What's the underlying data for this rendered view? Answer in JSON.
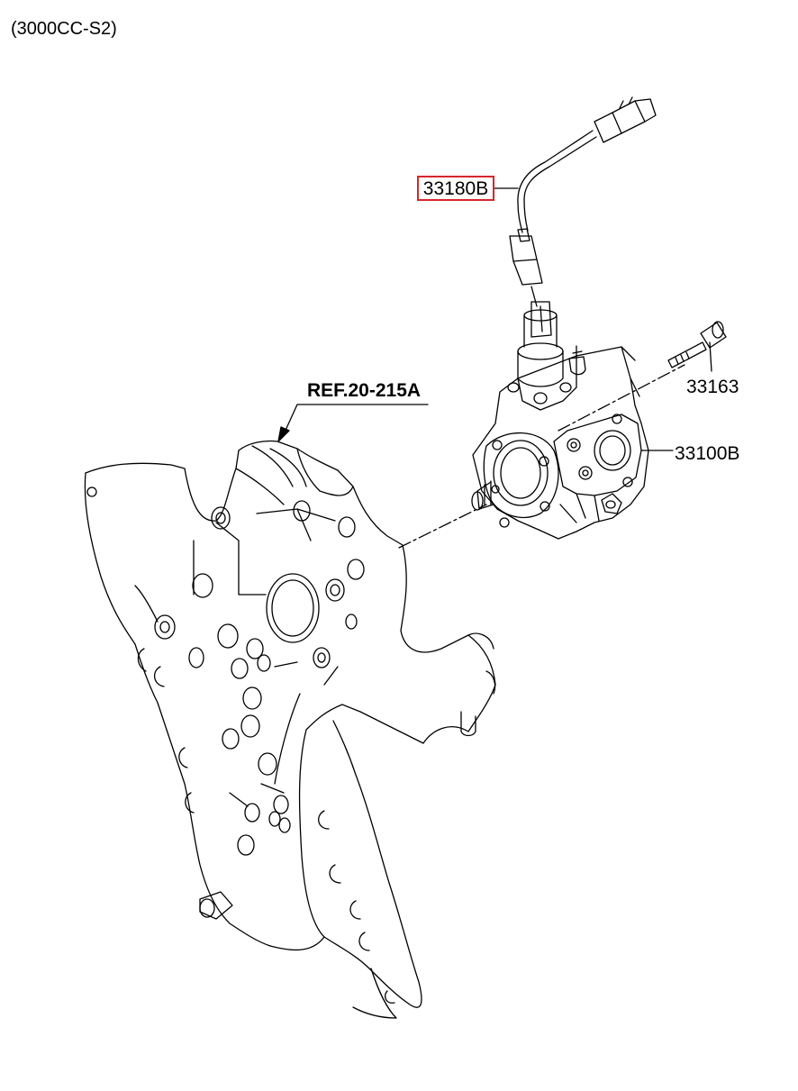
{
  "diagram": {
    "variant_label": "(3000CC-S2)",
    "reference_label": "REF.20-215A",
    "parts": [
      {
        "part_no": "33180B",
        "highlighted": true
      },
      {
        "part_no": "33163",
        "highlighted": false
      },
      {
        "part_no": "33100B",
        "highlighted": false
      }
    ],
    "highlight_color": "#d8262b",
    "line_color": "#000000"
  }
}
